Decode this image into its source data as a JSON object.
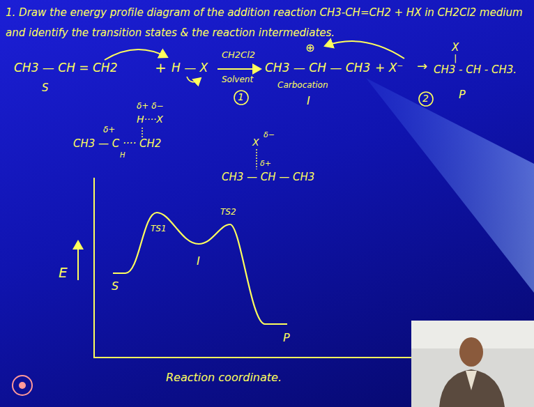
{
  "diagram": {
    "title": "1. Draw the energy profile diagram of the addition reaction CH3-CH=CH2 + HX in CH2Cl2 medium and identify the transition states & the reaction intermediates.",
    "labels": [
      "CH3 — CH = CH2",
      "+",
      "H — X",
      "S",
      "CH2Cl2",
      "Solvent",
      "1",
      "⊕",
      "CH3 — CH — CH3",
      "+ X⁻",
      "Carbocation",
      "I",
      "→",
      "2",
      "X",
      "|",
      "CH3 - CH - CH3.",
      "P",
      "δ+ δ−",
      "H····X",
      "δ+",
      "CH3 — C ···· CH2",
      "H",
      "X",
      "δ−",
      "δ+",
      "CH3 — CH — CH3",
      "TS1",
      "TS2",
      "I",
      "S",
      "P",
      "E",
      "Reaction coordinate."
    ]
  }
}
